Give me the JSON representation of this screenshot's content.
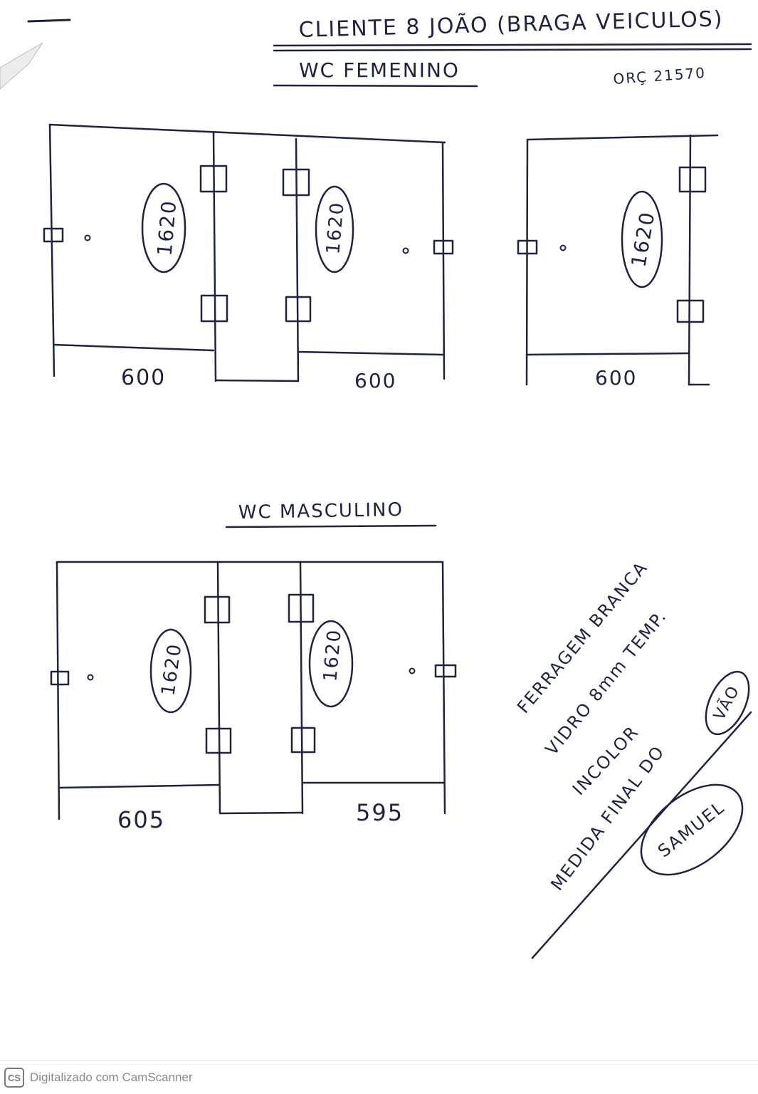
{
  "header": {
    "title": "CLIENTE 8 JOÃO (BRAGA VEICULOS)",
    "budget": "ORÇ 21570"
  },
  "female": {
    "heading": "WC FEMENINO",
    "height_left": "1620",
    "height_middle": "1620",
    "height_right": "1620",
    "width_left": "600",
    "width_middle": "600",
    "width_right": "600"
  },
  "male": {
    "heading": "WC MASCULINO",
    "height_left": "1620",
    "height_right": "1620",
    "width_left": "605",
    "width_right": "595"
  },
  "notes": {
    "line1": "FERRAGEM BRANCA",
    "line2": "VIDRO 8mm TEMP.",
    "line3": "INCOLOR",
    "line4": "MEDIDA FINAL DO",
    "circled": "VÃO",
    "signature": "SAMUEL"
  },
  "footer": {
    "logo": "CS",
    "text": "Digitalizado com CamScanner"
  },
  "colors": {
    "ink": "#1c2440",
    "footer_text": "#8a8a8a"
  }
}
